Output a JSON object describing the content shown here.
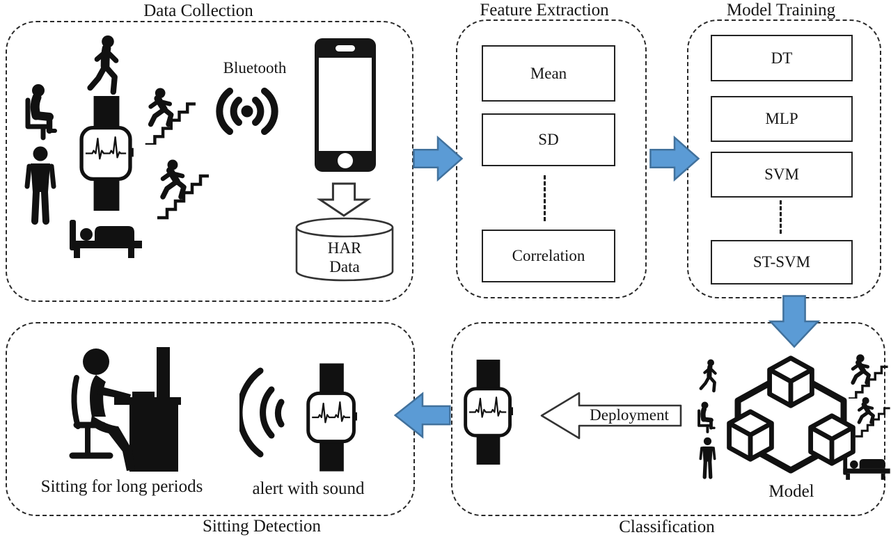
{
  "colors": {
    "arrow_blue": "#5b9bd5",
    "arrow_blue_border": "#41719c",
    "ink": "#151515",
    "background": "#ffffff"
  },
  "sections": {
    "data_collection": {
      "title": "Data Collection",
      "bluetooth_label": "Bluetooth",
      "database": {
        "line1": "HAR",
        "line2": "Data"
      },
      "icons": [
        "walking-person",
        "sitting-person",
        "running-upstairs",
        "standing-person",
        "running-upstairs",
        "sleeping-in-bed",
        "smartwatch-ecg",
        "bluetooth-signal",
        "smartphone",
        "down-block-arrow",
        "database-cylinder"
      ]
    },
    "feature_extraction": {
      "title": "Feature Extraction",
      "features": [
        "Mean",
        "SD",
        "Correlation"
      ]
    },
    "model_training": {
      "title": "Model Training",
      "models": [
        "DT",
        "MLP",
        "SVM",
        "ST-SVM"
      ]
    },
    "classification": {
      "title": "Classification",
      "deployment_label": "Deployment",
      "model_label": "Model",
      "icons": [
        "smartwatch-ecg",
        "deployment-arrow",
        "walking-person",
        "sitting-person",
        "standing-person",
        "model-cubes-network",
        "running-upstairs",
        "running-upstairs",
        "sleeping-in-bed"
      ]
    },
    "sitting_detection": {
      "title": "Sitting Detection",
      "caption_sitting": "Sitting for long periods",
      "caption_alert": "alert with sound",
      "icons": [
        "person-at-desk",
        "sound-waves",
        "smartwatch-ecg"
      ]
    }
  }
}
